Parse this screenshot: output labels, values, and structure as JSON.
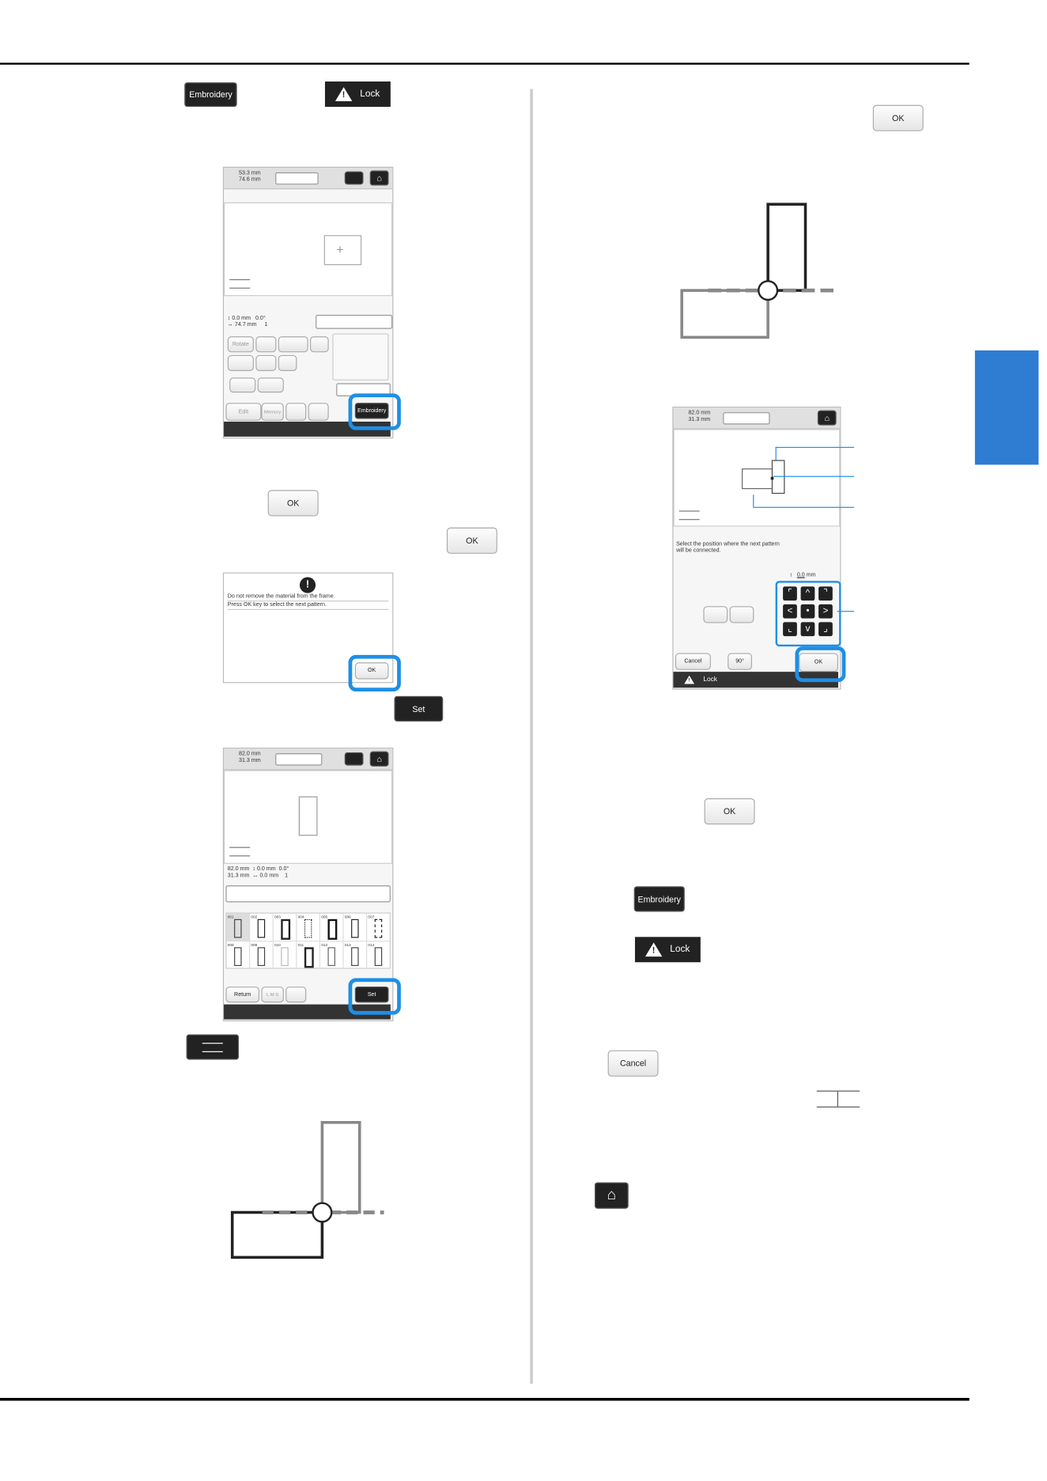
{
  "buttons": {
    "embroidery": "Embroidery",
    "lock": "Lock",
    "ok": "OK",
    "set": "Set",
    "cancel": "Cancel",
    "return": "Return",
    "edit": "Edit",
    "memory": "Memory",
    "rotate": "Rotate",
    "lms": "L M S",
    "deg90": "90°"
  },
  "screen1": {
    "size_w": "53.3",
    "size_h": "74.6",
    "unit": "mm",
    "pos_v": "0.0",
    "pos_h": "74.7",
    "angle": "0.0°",
    "count": "1"
  },
  "dialog": {
    "line1": "Do not remove the material from the frame.",
    "line2": "Press OK key to select the next pattern."
  },
  "screen2": {
    "size_w": "82.0",
    "size_h": "31.3",
    "pos_v": "0.0",
    "pos_h": "0.0",
    "angle": "0.0°",
    "count": "1",
    "pattern_numbers": [
      "001",
      "002",
      "003",
      "004",
      "005",
      "006",
      "007",
      "008",
      "009",
      "010",
      "011",
      "012",
      "013",
      "014"
    ]
  },
  "screen3": {
    "size_w": "82.0",
    "size_h": "31.3",
    "instruction": "Select the position where the next pattern will be connected.",
    "pos_v": "0.0",
    "pos_unit": "mm"
  },
  "colors": {
    "accent_blue": "#1e8fe6",
    "side_tab": "#2f7cd3",
    "dark_button": "#222222"
  }
}
